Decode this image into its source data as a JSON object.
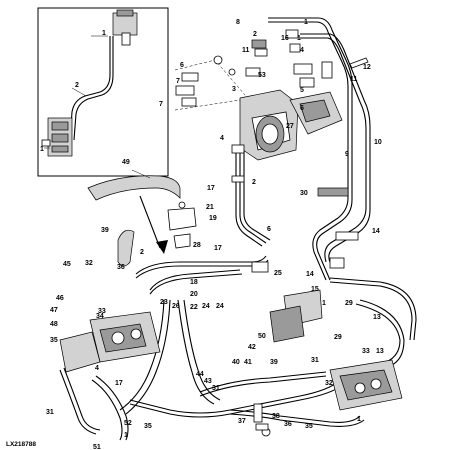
{
  "figure_id": "LX218788",
  "callouts": [
    "1",
    "2",
    "3",
    "4",
    "5",
    "6",
    "7",
    "8",
    "9",
    "10",
    "11",
    "12",
    "13",
    "14",
    "15",
    "16",
    "17",
    "18",
    "19",
    "20",
    "21",
    "22",
    "23",
    "24",
    "25",
    "26",
    "27",
    "28",
    "29",
    "30",
    "31",
    "32",
    "33",
    "34",
    "35",
    "36",
    "37",
    "38",
    "39",
    "40",
    "41",
    "42",
    "43",
    "44",
    "45",
    "46",
    "47",
    "48",
    "49",
    "50",
    "51",
    "52",
    "53"
  ],
  "labels": [
    {
      "id": "l1",
      "text": "1"
    },
    {
      "id": "l2",
      "text": "2"
    },
    {
      "id": "l3",
      "text": "1"
    },
    {
      "id": "l4",
      "text": "8"
    },
    {
      "id": "l5",
      "text": "1"
    },
    {
      "id": "l6",
      "text": "2"
    },
    {
      "id": "l7",
      "text": "16"
    },
    {
      "id": "l8",
      "text": "1"
    },
    {
      "id": "l9",
      "text": "4"
    },
    {
      "id": "l10",
      "text": "11"
    },
    {
      "id": "l11",
      "text": "12"
    },
    {
      "id": "l12",
      "text": "6"
    },
    {
      "id": "l13",
      "text": "53"
    },
    {
      "id": "l14",
      "text": "11"
    },
    {
      "id": "l15",
      "text": "3"
    },
    {
      "id": "l16",
      "text": "5"
    },
    {
      "id": "l17",
      "text": "7"
    },
    {
      "id": "l18",
      "text": "6"
    },
    {
      "id": "l19",
      "text": "27"
    },
    {
      "id": "l20",
      "text": "7"
    },
    {
      "id": "l21",
      "text": "4"
    },
    {
      "id": "l22",
      "text": "9"
    },
    {
      "id": "l23",
      "text": "10"
    },
    {
      "id": "l24",
      "text": "49"
    },
    {
      "id": "l25",
      "text": "2"
    },
    {
      "id": "l26",
      "text": "17"
    },
    {
      "id": "l27",
      "text": "30"
    },
    {
      "id": "l28",
      "text": "21"
    },
    {
      "id": "l29",
      "text": "19"
    },
    {
      "id": "l30",
      "text": "39"
    },
    {
      "id": "l31",
      "text": "28"
    },
    {
      "id": "l32",
      "text": "2"
    },
    {
      "id": "l33",
      "text": "17"
    },
    {
      "id": "l34",
      "text": "6"
    },
    {
      "id": "l35",
      "text": "14"
    },
    {
      "id": "l36",
      "text": "45"
    },
    {
      "id": "l37",
      "text": "32"
    },
    {
      "id": "l38",
      "text": "36"
    },
    {
      "id": "l39",
      "text": "18"
    },
    {
      "id": "l40",
      "text": "25"
    },
    {
      "id": "l41",
      "text": "14"
    },
    {
      "id": "l42",
      "text": "20"
    },
    {
      "id": "l43",
      "text": "46"
    },
    {
      "id": "l44",
      "text": "33"
    },
    {
      "id": "l45",
      "text": "15"
    },
    {
      "id": "l46",
      "text": "23"
    },
    {
      "id": "l47",
      "text": "26"
    },
    {
      "id": "l48",
      "text": "24"
    },
    {
      "id": "l49",
      "text": "24"
    },
    {
      "id": "l50",
      "text": "22"
    },
    {
      "id": "l51",
      "text": "1"
    },
    {
      "id": "l52",
      "text": "47"
    },
    {
      "id": "l53",
      "text": "29"
    },
    {
      "id": "l54",
      "text": "48"
    },
    {
      "id": "l55",
      "text": "34"
    },
    {
      "id": "l56",
      "text": "50"
    },
    {
      "id": "l57",
      "text": "13"
    },
    {
      "id": "l58",
      "text": "35"
    },
    {
      "id": "l59",
      "text": "29"
    },
    {
      "id": "l60",
      "text": "42"
    },
    {
      "id": "l61",
      "text": "33"
    },
    {
      "id": "l62",
      "text": "13"
    },
    {
      "id": "l63",
      "text": "40"
    },
    {
      "id": "l64",
      "text": "41"
    },
    {
      "id": "l65",
      "text": "39"
    },
    {
      "id": "l66",
      "text": "31"
    },
    {
      "id": "l67",
      "text": "4"
    },
    {
      "id": "l68",
      "text": "44"
    },
    {
      "id": "l69",
      "text": "43"
    },
    {
      "id": "l70",
      "text": "17"
    },
    {
      "id": "l71",
      "text": "32"
    },
    {
      "id": "l72",
      "text": "31"
    },
    {
      "id": "l73",
      "text": "38"
    },
    {
      "id": "l74",
      "text": "37"
    },
    {
      "id": "l75",
      "text": "36"
    },
    {
      "id": "l76",
      "text": "35"
    },
    {
      "id": "l77",
      "text": "52"
    },
    {
      "id": "l78",
      "text": "1"
    },
    {
      "id": "l79",
      "text": "51"
    },
    {
      "id": "l80",
      "text": "35"
    },
    {
      "id": "l81",
      "text": "31"
    },
    {
      "id": "l82",
      "text": "1"
    }
  ]
}
